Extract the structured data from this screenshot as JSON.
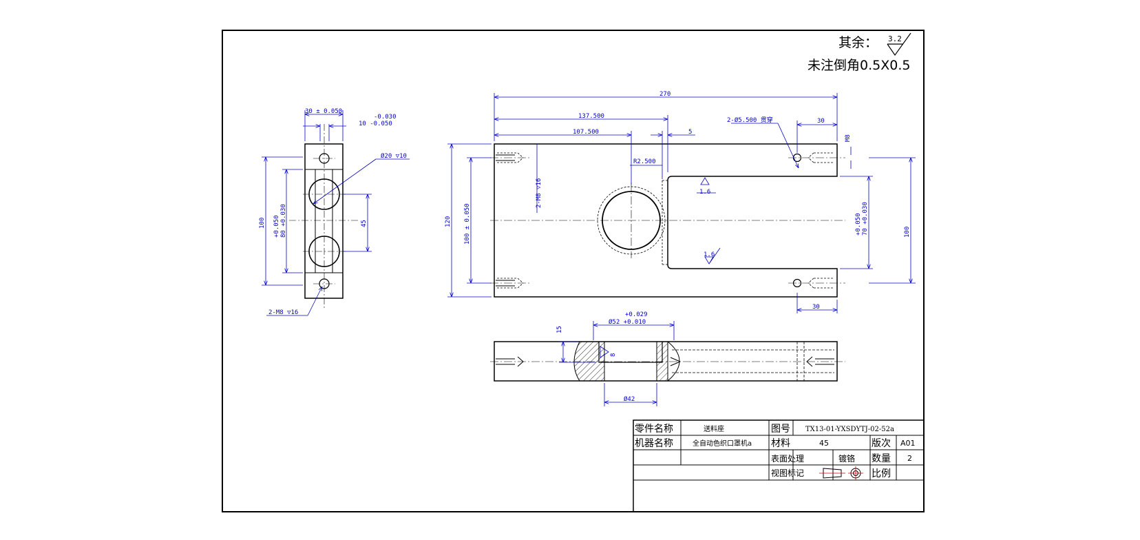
{
  "notes": {
    "roughness_prefix": "其余：",
    "roughness_value": "3.2",
    "chamfer_note": "未注倒角0.5X0.5"
  },
  "side_view": {
    "dim_width": "30  ± 0.050",
    "dim_tol_upper": "-0.030",
    "dim_slot": "10  -0.050",
    "dim_counterbore": "Ø20 ▽10",
    "dim_height": "100",
    "dim_pitch_tol": "+0.050",
    "dim_pitch": "80 +0.030",
    "dim_hole_spacing": "45",
    "dim_threads": "2-M8 ▽16"
  },
  "top_view": {
    "dim_length": "270",
    "dim_137": "137.500",
    "dim_107": "107.500",
    "dim_5": "5",
    "dim_radius": "R2.500",
    "dim_holes": "2-Ø5.500 贯穿",
    "dim_30_top": "30",
    "dim_m8": "2-M8 ▽16",
    "dim_120": "120",
    "dim_100_tol": "100  ± 0.050",
    "roughness_a": "1.6",
    "roughness_b": "1.6",
    "dim_m8_right": "M8",
    "dim_70_tol": "+0.050",
    "dim_70": "70 +0.030",
    "dim_100_right": "100",
    "dim_30_bottom": "30"
  },
  "front_view": {
    "dim_tol_upper": "+0.029",
    "dim_bore": "Ø52 +0.010",
    "dim_15": "15",
    "dim_8": "8",
    "dim_42": "Ø42"
  },
  "title_block": {
    "part_name_label": "零件名称",
    "part_name_value": "送料座",
    "drawing_no_label": "图号",
    "drawing_no_value": "TX13-01-YXSDYTJ-02-52a",
    "machine_label": "机器名称",
    "machine_value": "全自动色织口罩机a",
    "material_label": "材料",
    "material_value": "45",
    "version_label": "版次",
    "version_value": "A01",
    "surface_label": "表面处理",
    "surface_value": "镀铬",
    "quantity_label": "数量",
    "quantity_value": "2",
    "view_mark_label": "视图标记",
    "scale_label": "比例",
    "scale_value": ""
  }
}
